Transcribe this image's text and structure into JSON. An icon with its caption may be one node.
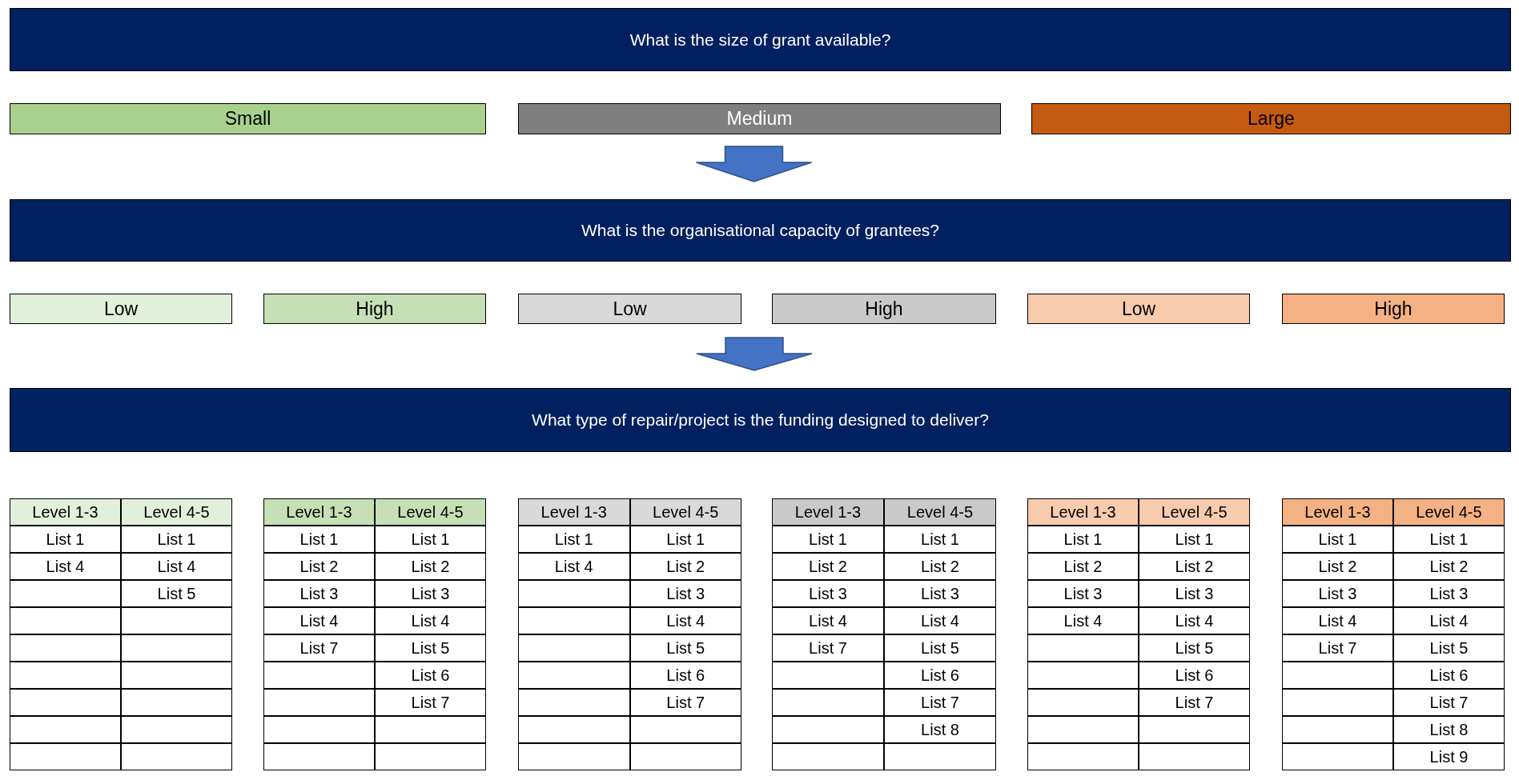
{
  "diagram": {
    "nodes": [
      {
        "text": [
          "What is the size of grant available?"
        ]
      },
      {
        "text": [
          "Small"
        ]
      },
      {
        "text": [
          "Medium"
        ]
      },
      {
        "text": [
          "Large"
        ]
      },
      {
        "text": [
          "What is the organisational capacity of grantees?"
        ]
      },
      {
        "text": [
          "Low"
        ]
      },
      {
        "text": [
          "High"
        ]
      },
      {
        "text": [
          "Low"
        ]
      },
      {
        "text": [
          "High"
        ]
      },
      {
        "text": [
          "Low"
        ]
      },
      {
        "text": [
          "High"
        ]
      },
      {
        "text": [
          "What type of repair/project is the funding designed to deliver?"
        ]
      },
      {
        "text": [
          "Level 1-3"
        ],
        "beside": [
          "List 1",
          "List 4"
        ]
      },
      {
        "text": [
          "Level 4-5"
        ],
        "beside": [
          "List 1",
          "List 4",
          "List 5"
        ]
      },
      {
        "text": [
          "Level 1-3"
        ],
        "beside": [
          "List 1",
          "List 2",
          "List 3",
          "List 4",
          "List 7"
        ]
      },
      {
        "text": [
          "Level 4-5"
        ],
        "beside": [
          "List 1",
          "List 2",
          "List 3",
          "List 4",
          "List 5",
          "List 6",
          "List 7"
        ]
      },
      {
        "text": [
          "Level 1-3"
        ],
        "beside": [
          "List 1",
          "List 4"
        ]
      },
      {
        "text": [
          "Level 4-5"
        ],
        "beside": [
          "List 1",
          "List 2",
          "List 3",
          "List 4",
          "List 5",
          "List 6",
          "List 7"
        ]
      },
      {
        "text": [
          "Level 1-3"
        ],
        "beside": [
          "List 1",
          "List 2",
          "List 3",
          "List 4",
          "List 7"
        ]
      },
      {
        "text": [
          "Level 4-5"
        ],
        "beside": [
          "List 1",
          "List 2",
          "List 3",
          "List 4",
          "List 5",
          "List 6",
          "List 7",
          "List 8"
        ]
      },
      {
        "text": [
          "Level 1-3"
        ],
        "beside": [
          "List 1",
          "List 2",
          "List 3",
          "List 4"
        ]
      },
      {
        "text": [
          "Level 4-5"
        ],
        "beside": [
          "List 1",
          "List 2",
          "List 3",
          "List 4",
          "List 5",
          "List 6",
          "List 7"
        ]
      },
      {
        "text": [
          "Level 1-3"
        ],
        "beside": [
          "List 1",
          "List 2",
          "List 3",
          "List 4",
          "List 7"
        ]
      },
      {
        "text": [
          "Level 4-5"
        ],
        "beside": [
          "List 1",
          "List 2",
          "List 3",
          "List 4",
          "List 5",
          "List 6",
          "List 7",
          "List 8",
          "List 9"
        ]
      }
    ],
    "edges": [
      {
        "from": 2,
        "to": 4,
        "arrow": "to"
      },
      {
        "from": null,
        "to": 11,
        "arrow": "to"
      }
    ]
  }
}
